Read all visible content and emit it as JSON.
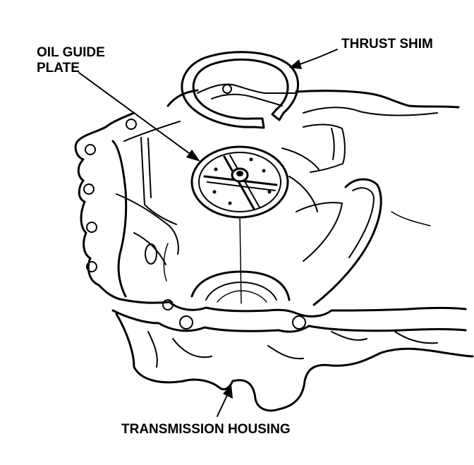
{
  "labels": {
    "oil_guide_plate_line1": "OIL GUIDE",
    "oil_guide_plate_line2": "PLATE",
    "thrust_shim": "THRUST SHIM",
    "transmission_housing": "TRANSMISSION HOUSING"
  },
  "colors": {
    "ink": "#000000",
    "paper": "#ffffff"
  }
}
